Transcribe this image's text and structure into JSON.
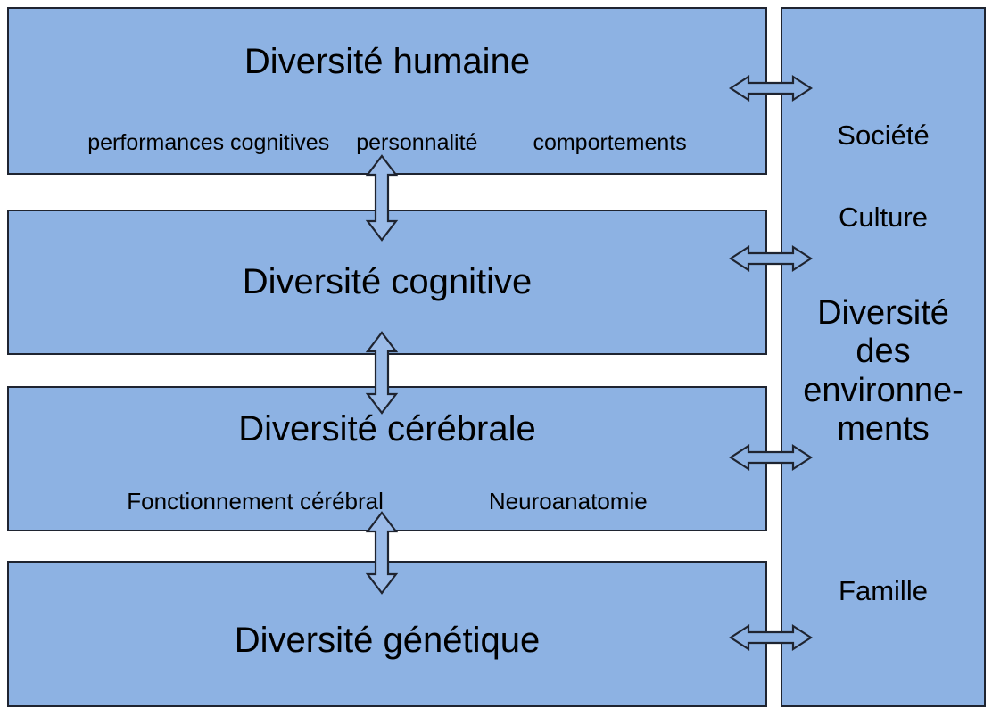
{
  "figure": {
    "title": "Diversite humaine - diagramme des niveaux de diversite",
    "accent_color": "#8DB2E3",
    "border_color": "#1F2430",
    "text_color": "#000000",
    "background_color": "#FFFFFF"
  },
  "left_column": {
    "levels": [
      {
        "id": "diversite-humaine",
        "title": "Diversité humaine",
        "subitems": [
          "performances cognitives",
          "personnalité",
          "comportements"
        ]
      },
      {
        "id": "diversite-cognitive",
        "title": "Diversité cognitive",
        "subitems": []
      },
      {
        "id": "diversite-cerebrale",
        "title": "Diversité cérébrale",
        "subitems": [
          "Fonctionnement cérébral",
          "Neuroanatomie"
        ]
      },
      {
        "id": "diversite-genetique",
        "title": "Diversité génétique",
        "subitems": []
      }
    ]
  },
  "right_column": {
    "id": "diversite-des-environnements",
    "labels": {
      "top": "Société",
      "second": "Culture",
      "middle": "Diversité\ndes\nenvironne-\nments",
      "middle_lines": [
        "Diversité",
        "des",
        "environne-",
        "ments"
      ],
      "bottom": "Famille"
    }
  },
  "connectors": {
    "vertical": [
      {
        "name": "humaine-cognitive",
        "type": "double-headed-vertical-arrow"
      },
      {
        "name": "cognitive-cerebrale",
        "type": "double-headed-vertical-arrow"
      },
      {
        "name": "cerebrale-genetique",
        "type": "double-headed-vertical-arrow"
      }
    ],
    "horizontal": [
      {
        "name": "humaine-environnements",
        "type": "double-headed-horizontal-arrow"
      },
      {
        "name": "cognitive-environnements",
        "type": "double-headed-horizontal-arrow"
      },
      {
        "name": "cerebrale-environnements",
        "type": "double-headed-horizontal-arrow"
      },
      {
        "name": "genetique-environnements",
        "type": "double-headed-horizontal-arrow"
      }
    ]
  }
}
